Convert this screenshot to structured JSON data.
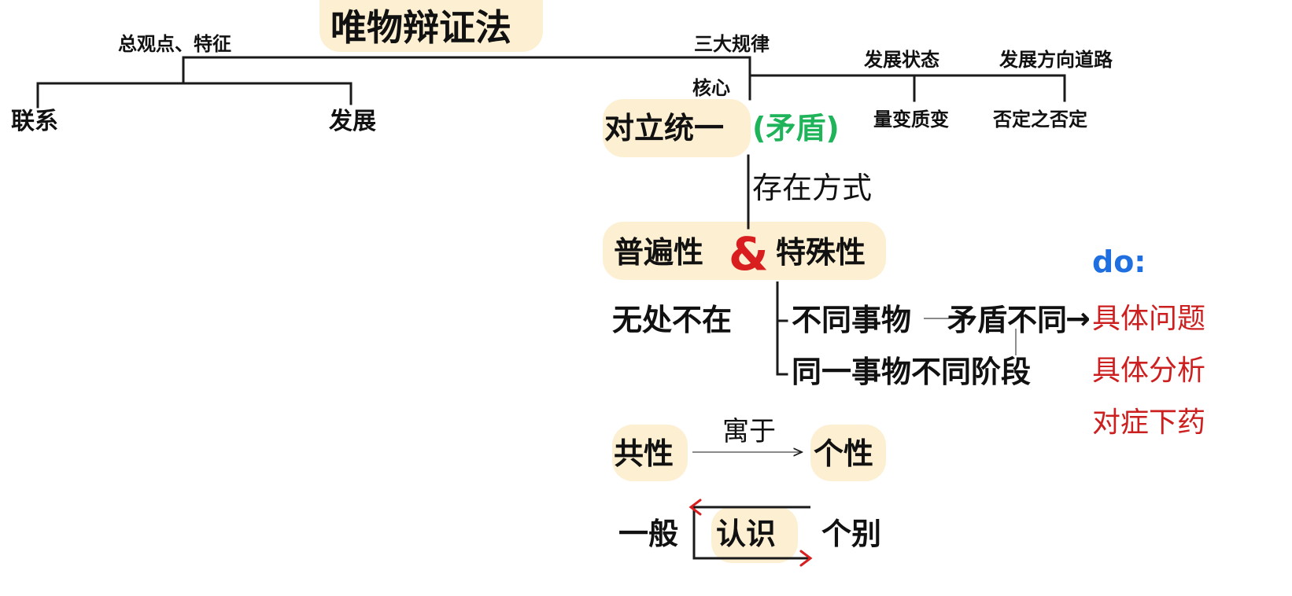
{
  "title": "唯物辩证法",
  "left": {
    "label": "总观点、特征",
    "items": [
      "联系",
      "发展"
    ]
  },
  "right": {
    "label": "三大规律",
    "branches": [
      {
        "label": "核心",
        "item": "对立统一",
        "note": "(矛盾)"
      },
      {
        "label": "发展状态",
        "item": "量变质变"
      },
      {
        "label": "发展方向道路",
        "item": "否定之否定"
      }
    ]
  },
  "mode": {
    "label": "存在方式",
    "universality": "普遍性",
    "amp": "&",
    "particularity": "特殊性",
    "everywhere": "无处不在",
    "diff_things": "不同事物",
    "diff_contradiction": "矛盾不同",
    "arrow": "→",
    "same_thing": "同一事物不同阶段"
  },
  "do": {
    "label": "do:",
    "items": [
      "具体问题",
      "具体分析",
      "对症下药"
    ]
  },
  "common": {
    "commonality": "共性",
    "inherent": "寓于",
    "individuality": "个性"
  },
  "cognition": {
    "general": "一般",
    "label": "认识",
    "individual": "个别"
  },
  "colors": {
    "highlight": "#fdefd2",
    "red": "#cc1f1f",
    "green": "#1fb35a",
    "blue": "#1f6fe0",
    "line": "#1a1a1a"
  }
}
